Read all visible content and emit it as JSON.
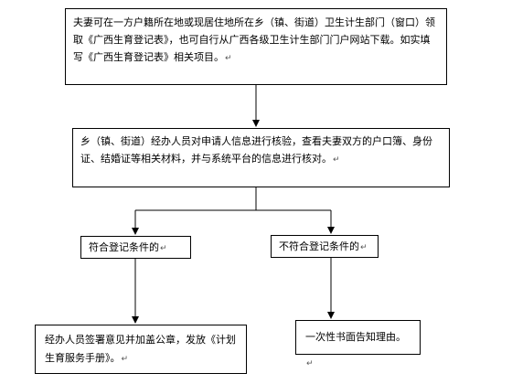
{
  "boxes": {
    "step1": "夫妻可在一方户籍所在地或现居住地所在乡（镇、街道）卫生计生部门（窗口）领取《广西生育登记表》，也可自行从广西各级卫生计生部门门户网站下载。如实填写《广西生育登记表》相关项目。",
    "step2": "乡（镇、街道）经办人员对申请人信息进行核验，查看夫妻双方的户口簿、身份证、结婚证等相关材料，并与系统平台的信息进行核对。",
    "branch_yes": "符合登记条件的",
    "branch_no": "不符合登记条件的",
    "result_yes": "经办人员签署意见并加盖公章，发放《计划生育服务手册》。",
    "result_no": "一次性书面告知理由。"
  },
  "paragraph_mark": "↵"
}
